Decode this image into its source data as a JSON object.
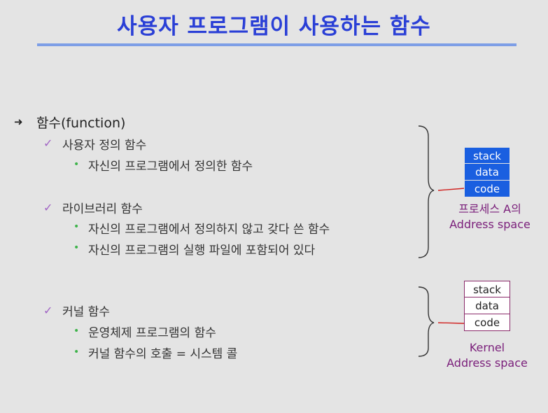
{
  "title": "사용자 프로그램이 사용하는 함수",
  "main": {
    "heading": "함수(function)",
    "sections": [
      {
        "label": "사용자 정의 함수",
        "bullets": [
          "자신의 프로그램에서 정의한 함수"
        ]
      },
      {
        "label": "라이브러리 함수",
        "bullets": [
          "자신의 프로그램에서 정의하지 않고 갖다 쓴 함수",
          "자신의 프로그램의 실행 파일에 포함되어 있다"
        ]
      },
      {
        "label": "커널 함수",
        "bullets": [
          "운영체제 프로그램의 함수",
          "커널 함수의 호출 = 시스템 콜"
        ]
      }
    ]
  },
  "diagrams": {
    "process": {
      "cells": [
        "stack",
        "data",
        "code"
      ],
      "caption_line1": "프로세스 A의",
      "caption_line2": "Address space"
    },
    "kernel": {
      "cells": [
        "stack",
        "data",
        "code"
      ],
      "caption_line1": "Kernel",
      "caption_line2": "Address space"
    }
  },
  "colors": {
    "title": "#2a3fd6",
    "rule": "#7d9ee6",
    "process_box": "#1a5fe0",
    "caption": "#7a1e7a",
    "arrow": "#d0201e",
    "check": "#a063c4",
    "dot": "#3db34a"
  }
}
